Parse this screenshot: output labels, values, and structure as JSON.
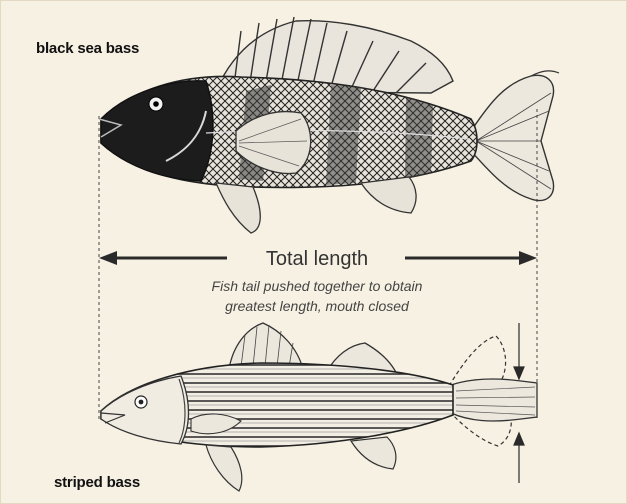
{
  "labels": {
    "top_fish": "black sea bass",
    "bottom_fish": "striped bass"
  },
  "measure": {
    "title": "Total length",
    "caption_line1": "Fish tail pushed together to obtain",
    "caption_line2": "greatest length, mouth closed"
  },
  "colors": {
    "background": "#f7f1e3",
    "ink": "#2a2a2a"
  }
}
